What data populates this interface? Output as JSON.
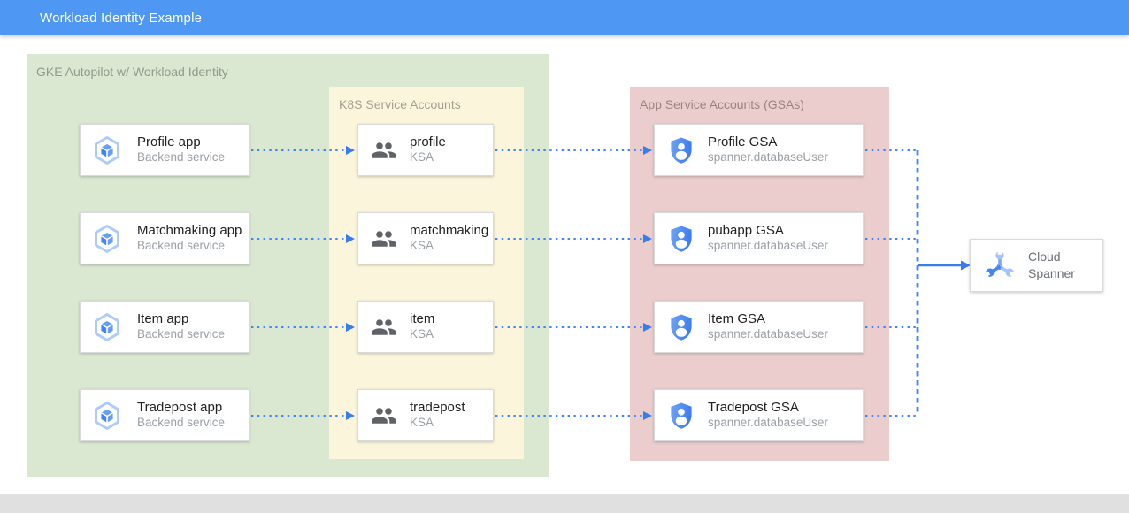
{
  "header": {
    "title": "Workload Identity Example"
  },
  "diagram": {
    "gke_group": {
      "label": "GKE Autopilot w/ Workload Identity"
    },
    "ksa_group": {
      "label": "K8S Service Accounts"
    },
    "gsa_group": {
      "label": "App Service Accounts (GSAs)"
    },
    "apps": [
      {
        "title": "Profile app",
        "subtitle": "Backend service"
      },
      {
        "title": "Matchmaking app",
        "subtitle": "Backend service"
      },
      {
        "title": "Item app",
        "subtitle": "Backend service"
      },
      {
        "title": "Tradepost app",
        "subtitle": "Backend service"
      }
    ],
    "ksas": [
      {
        "title": "profile",
        "subtitle": "KSA"
      },
      {
        "title": "matchmaking",
        "subtitle": "KSA"
      },
      {
        "title": "item",
        "subtitle": "KSA"
      },
      {
        "title": "tradepost",
        "subtitle": "KSA"
      }
    ],
    "gsas": [
      {
        "title": "Profile GSA",
        "subtitle": "spanner.databaseUser"
      },
      {
        "title": "pubapp GSA",
        "subtitle": "spanner.databaseUser"
      },
      {
        "title": "Item GSA",
        "subtitle": "spanner.databaseUser"
      },
      {
        "title": "Tradepost GSA",
        "subtitle": "spanner.databaseUser"
      }
    ],
    "spanner": {
      "title": "Cloud Spanner"
    },
    "icons": {
      "app": "gke-hexagon-icon",
      "ksa": "people-icon",
      "gsa": "shield-user-icon",
      "spanner": "spanner-wrench-icon"
    }
  },
  "colors": {
    "header_blue": "#4E97F3",
    "group_green": "#DAE8D2",
    "group_yellow": "#FBF5DC",
    "group_pink": "#EACDCC",
    "arrow_blue": "#4285F4",
    "solid_arrow_blue": "#3B7CEB",
    "footer_gray": "#E0E0E0"
  }
}
